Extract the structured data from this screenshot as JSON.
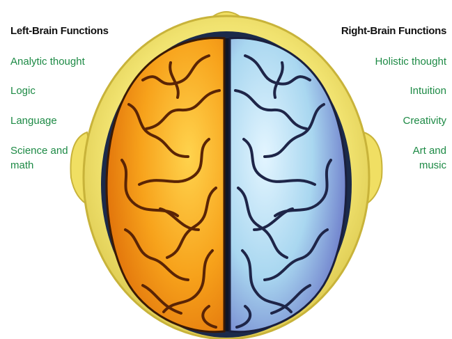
{
  "left": {
    "heading": "Left-Brain Functions",
    "items": [
      "Analytic thought",
      "Logic",
      "Language",
      "Science and math"
    ]
  },
  "right": {
    "heading": "Right-Brain Functions",
    "items": [
      "Holistic thought",
      "Intuition",
      "Creativity",
      "Art and music"
    ]
  },
  "colors": {
    "label_green": "#1d8a45",
    "head_yellow": "#f2e36c",
    "left_hemisphere": "#f5a21a",
    "right_hemisphere": "#a9d7f0"
  }
}
